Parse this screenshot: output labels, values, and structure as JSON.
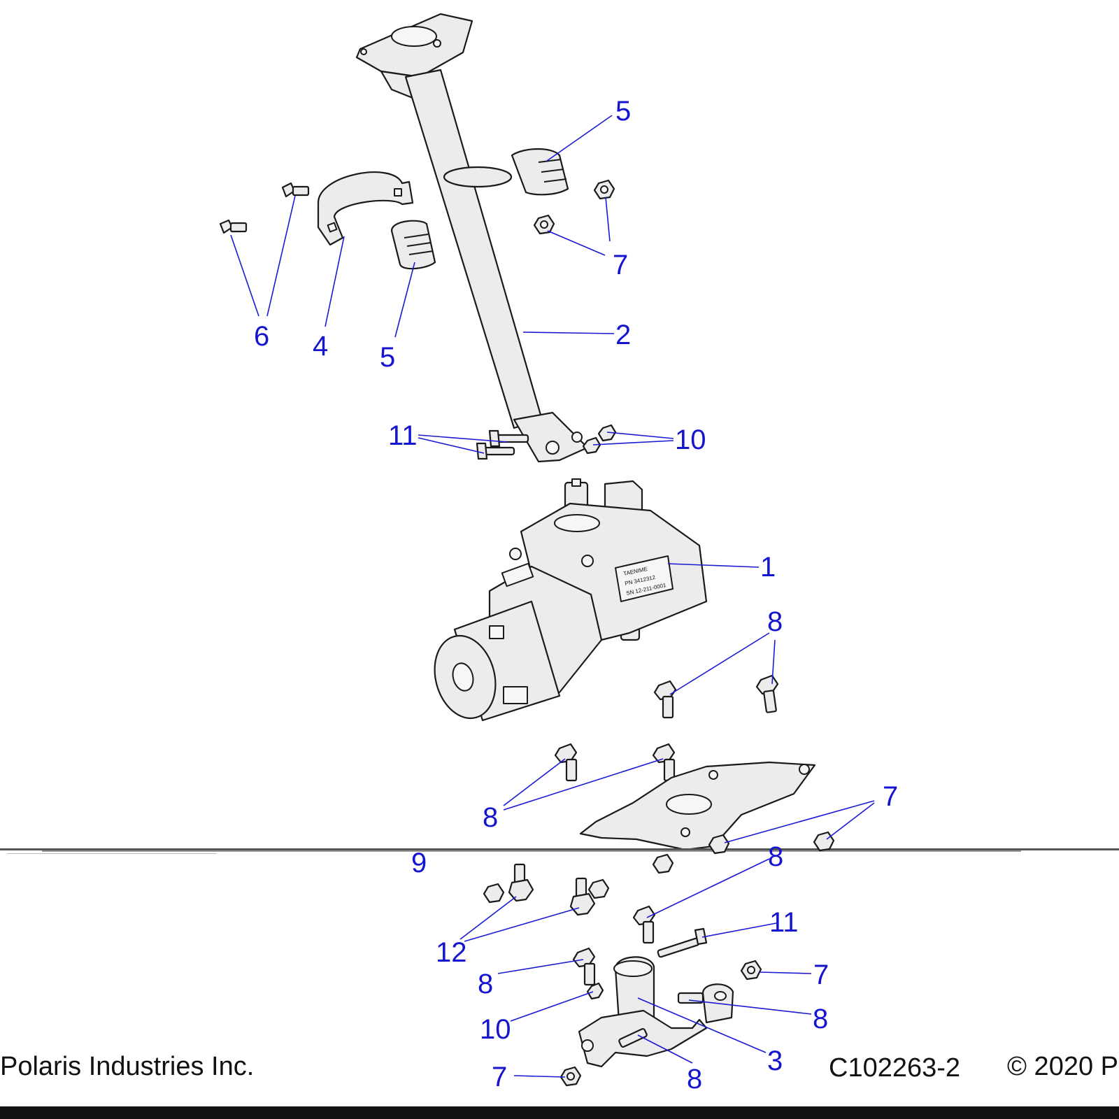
{
  "diagram": {
    "callouts": {
      "c1": "1",
      "c2": "2",
      "c3": "3",
      "c4": "4",
      "c5a": "5",
      "c5b": "5",
      "c6": "6",
      "c7a": "7",
      "c7b": "7",
      "c7c": "7",
      "c7d": "7",
      "c8a": "8",
      "c8b": "8",
      "c8c": "8",
      "c8d": "8",
      "c8e": "8",
      "c8f": "8",
      "c9": "9",
      "c10a": "10",
      "c10b": "10",
      "c11a": "11",
      "c11b": "11",
      "c12": "12"
    },
    "label_plate_lines": [
      "TAENIME",
      "PN 3412312",
      "SN 12-211-0001"
    ],
    "colors": {
      "callout": "#1515d0",
      "line_art": "#1a1a1a",
      "part_fill": "#ececec"
    }
  },
  "footer": {
    "company": "Polaris Industries Inc.",
    "figure_code": "C102263-2",
    "copyright": "© 2020 P"
  }
}
